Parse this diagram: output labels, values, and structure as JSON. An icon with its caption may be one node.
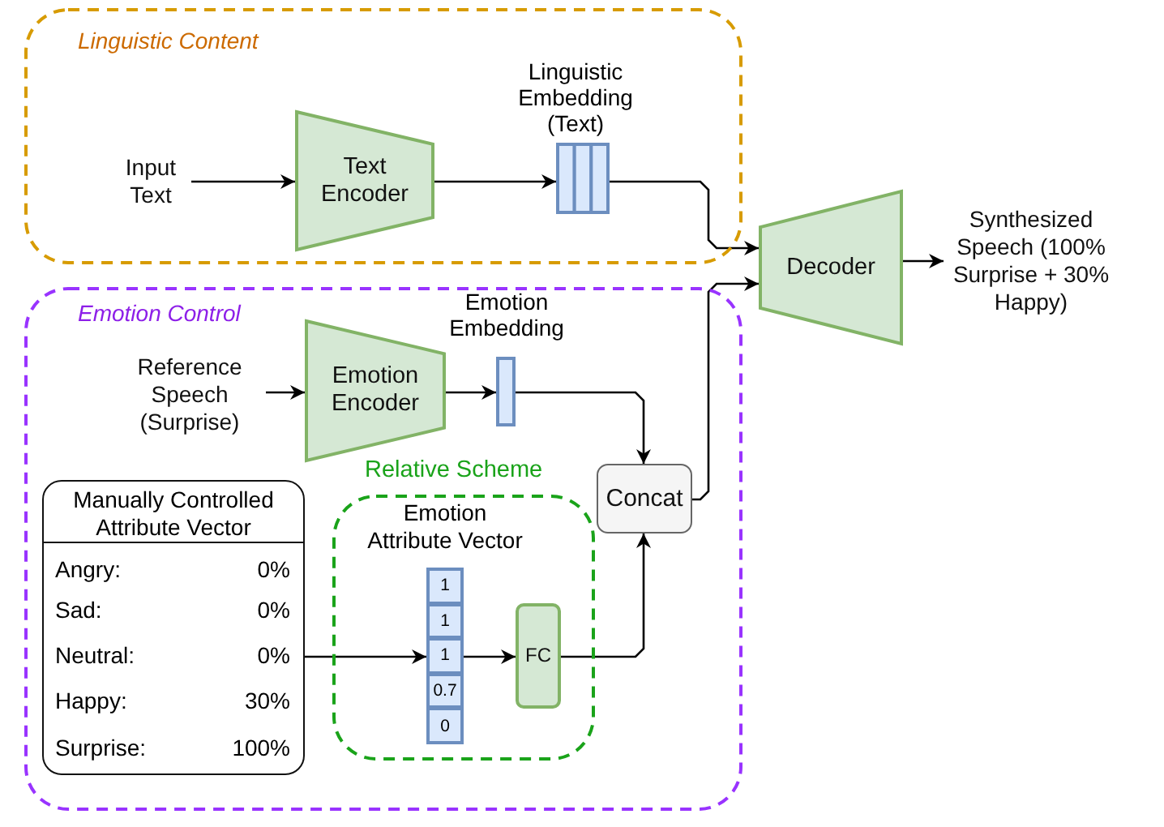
{
  "diagram": {
    "nodes": [
      {
        "text": [
          "Linguistic Content"
        ]
      },
      {
        "text": [
          "Input Text"
        ],
        "in": 0
      },
      {
        "text": [
          "Text Encoder"
        ],
        "in": 0
      },
      {
        "text": [
          "Linguistic Embedding (Text)"
        ],
        "in": 0
      },
      {
        "text": [
          "Decoder"
        ]
      },
      {
        "text": [
          "Synthesized Speech (100% Surprise + 30% Happy)"
        ]
      },
      {
        "text": [
          "Emotion Control"
        ]
      },
      {
        "text": [
          "Reference Speech (Surprise)"
        ],
        "in": 6
      },
      {
        "text": [
          "Emotion Encoder"
        ],
        "in": 6
      },
      {
        "text": [
          "Emotion Embedding"
        ],
        "in": 6
      },
      {
        "text": [
          "Concat"
        ],
        "in": 6
      },
      {
        "text": [
          "Manually Controlled Attribute Vector",
          "Angry:",
          "0%",
          "Sad:",
          "0%",
          "Neutral:",
          "0%",
          "Happy:",
          "30%",
          "Surprise:",
          "100%"
        ],
        "in": 6
      },
      {
        "text": [
          "Relative Scheme"
        ],
        "in": 6
      },
      {
        "text": [
          "Emotion Attribute Vector",
          "1",
          "1",
          "1",
          "0.7",
          "0"
        ],
        "in": 12
      },
      {
        "text": [
          "FC"
        ],
        "in": 12
      }
    ],
    "edges": [
      {
        "from": 1,
        "to": 2,
        "arrow": "to"
      },
      {
        "from": 2,
        "to": 3,
        "arrow": "to"
      },
      {
        "from": 3,
        "to": 4,
        "arrow": "to"
      },
      {
        "from": 4,
        "to": 5,
        "arrow": "to"
      },
      {
        "from": 7,
        "to": 8,
        "arrow": "to"
      },
      {
        "from": 8,
        "to": 9,
        "arrow": "to"
      },
      {
        "from": 9,
        "to": 10,
        "arrow": "to"
      },
      {
        "from": 11,
        "to": 13,
        "arrow": "to"
      },
      {
        "from": 13,
        "to": 14,
        "arrow": "to"
      },
      {
        "from": 14,
        "to": 10,
        "arrow": "to"
      },
      {
        "from": 10,
        "to": 4,
        "arrow": "to"
      }
    ]
  }
}
